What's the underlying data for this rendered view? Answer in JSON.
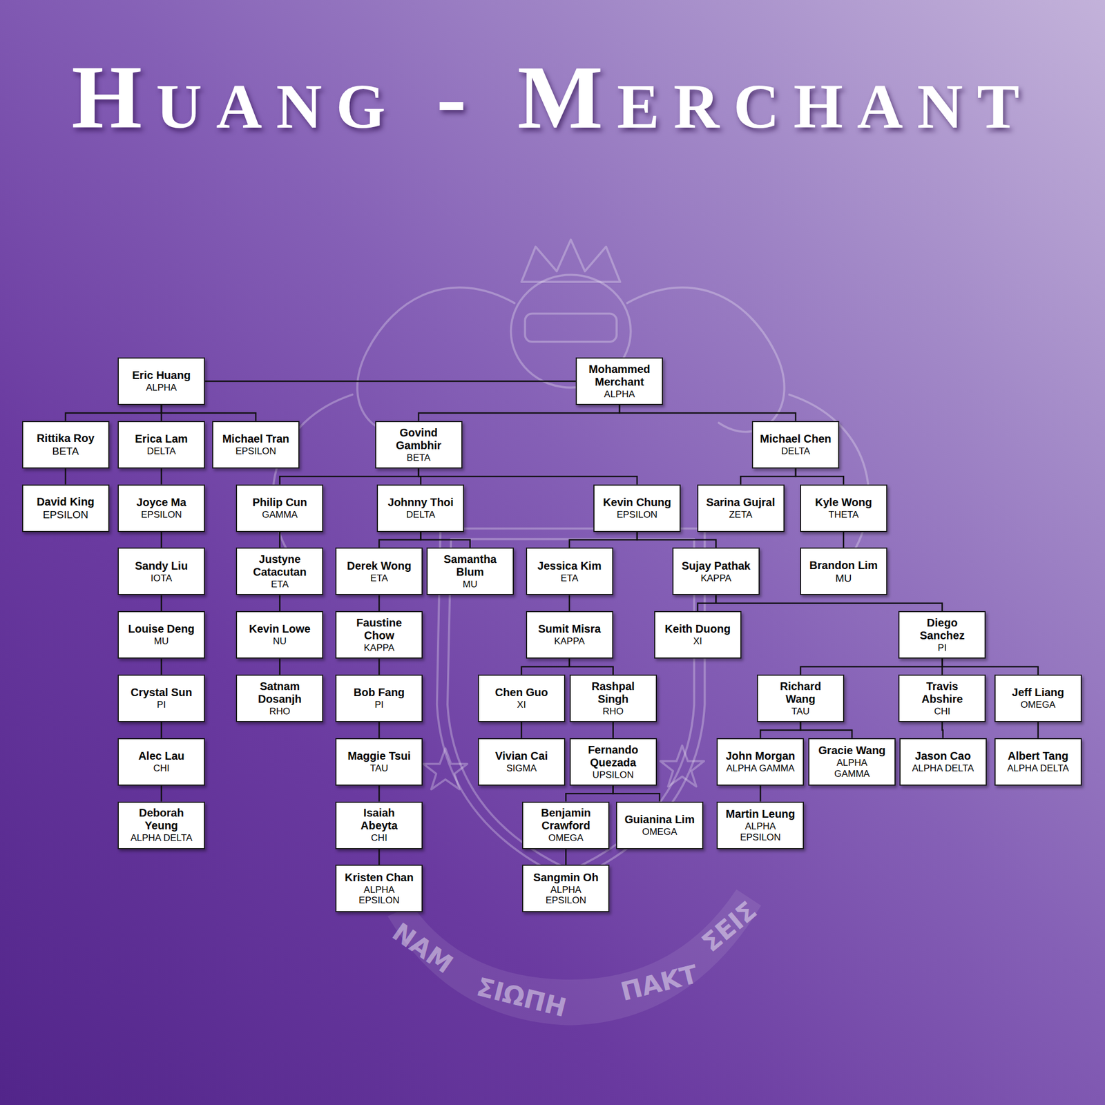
{
  "diagram": {
    "title": "Huang - Merchant",
    "nodes": [
      {
        "text": [
          "Eric Huang",
          "ALPHA"
        ]
      },
      {
        "text": [
          "Mohammed Merchant",
          "ALPHA"
        ]
      },
      {
        "text": [
          "Rittika Roy",
          "BETA"
        ]
      },
      {
        "text": [
          "Erica Lam",
          "DELTA"
        ]
      },
      {
        "text": [
          "Michael Tran",
          "EPSILON"
        ]
      },
      {
        "text": [
          "Govind Gambhir",
          "BETA"
        ]
      },
      {
        "text": [
          "Michael Chen",
          "DELTA"
        ]
      },
      {
        "text": [
          "David King",
          "EPSILON"
        ]
      },
      {
        "text": [
          "Joyce Ma",
          "EPSILON"
        ]
      },
      {
        "text": [
          "Philip Cun",
          "GAMMA"
        ]
      },
      {
        "text": [
          "Johnny Thoi",
          "DELTA"
        ]
      },
      {
        "text": [
          "Kevin Chung",
          "EPSILON"
        ]
      },
      {
        "text": [
          "Sarina Gujral",
          "ZETA"
        ]
      },
      {
        "text": [
          "Kyle Wong",
          "THETA"
        ]
      },
      {
        "text": [
          "Sandy Liu",
          "IOTA"
        ]
      },
      {
        "text": [
          "Justyne Catacutan",
          "ETA"
        ]
      },
      {
        "text": [
          "Derek Wong",
          "ETA"
        ]
      },
      {
        "text": [
          "Samantha Blum",
          "MU"
        ]
      },
      {
        "text": [
          "Jessica Kim",
          "ETA"
        ]
      },
      {
        "text": [
          "Sujay Pathak",
          "KAPPA"
        ]
      },
      {
        "text": [
          "Brandon Lim",
          "MU"
        ]
      },
      {
        "text": [
          "Louise Deng",
          "MU"
        ]
      },
      {
        "text": [
          "Kevin Lowe",
          "NU"
        ]
      },
      {
        "text": [
          "Faustine Chow",
          "KAPPA"
        ]
      },
      {
        "text": [
          "Sumit Misra",
          "KAPPA"
        ]
      },
      {
        "text": [
          "Keith Duong",
          "XI"
        ]
      },
      {
        "text": [
          "Diego Sanchez",
          "PI"
        ]
      },
      {
        "text": [
          "Crystal Sun",
          "PI"
        ]
      },
      {
        "text": [
          "Satnam Dosanjh",
          "RHO"
        ]
      },
      {
        "text": [
          "Bob Fang",
          "PI"
        ]
      },
      {
        "text": [
          "Chen Guo",
          "XI"
        ]
      },
      {
        "text": [
          "Rashpal Singh",
          "RHO"
        ]
      },
      {
        "text": [
          "Richard Wang",
          "TAU"
        ]
      },
      {
        "text": [
          "Travis Abshire",
          "CHI"
        ]
      },
      {
        "text": [
          "Jeff Liang",
          "OMEGA"
        ]
      },
      {
        "text": [
          "Alec Lau",
          "CHI"
        ]
      },
      {
        "text": [
          "Maggie Tsui",
          "TAU"
        ]
      },
      {
        "text": [
          "Vivian Cai",
          "SIGMA"
        ]
      },
      {
        "text": [
          "Fernando Quezada",
          "UPSILON"
        ]
      },
      {
        "text": [
          "John Morgan",
          "ALPHA GAMMA"
        ]
      },
      {
        "text": [
          "Gracie Wang",
          "ALPHA GAMMA"
        ]
      },
      {
        "text": [
          "Jason Cao",
          "ALPHA DELTA"
        ]
      },
      {
        "text": [
          "Albert Tang",
          "ALPHA DELTA"
        ]
      },
      {
        "text": [
          "Deborah Yeung",
          "ALPHA DELTA"
        ]
      },
      {
        "text": [
          "Isaiah Abeyta",
          "CHI"
        ]
      },
      {
        "text": [
          "Benjamin Crawford",
          "OMEGA"
        ]
      },
      {
        "text": [
          "Guianina Lim",
          "OMEGA"
        ]
      },
      {
        "text": [
          "Martin Leung",
          "ALPHA EPSILON"
        ]
      },
      {
        "text": [
          "Kristen Chan",
          "ALPHA EPSILON"
        ]
      },
      {
        "text": [
          "Sangmin Oh",
          "ALPHA EPSILON"
        ]
      }
    ],
    "edges": [
      {
        "from": 0,
        "to": 1,
        "arrow": "none"
      },
      {
        "from": 0,
        "to": 2,
        "arrow": "none"
      },
      {
        "from": 0,
        "to": 3,
        "arrow": "none"
      },
      {
        "from": 0,
        "to": 4,
        "arrow": "none"
      },
      {
        "from": 1,
        "to": 5,
        "arrow": "none"
      },
      {
        "from": 1,
        "to": 6,
        "arrow": "none"
      },
      {
        "from": 2,
        "to": 7,
        "arrow": "none"
      },
      {
        "from": 3,
        "to": 8,
        "arrow": "none"
      },
      {
        "from": 5,
        "to": 9,
        "arrow": "none"
      },
      {
        "from": 5,
        "to": 10,
        "arrow": "none"
      },
      {
        "from": 5,
        "to": 11,
        "arrow": "none"
      },
      {
        "from": 6,
        "to": 12,
        "arrow": "none"
      },
      {
        "from": 6,
        "to": 13,
        "arrow": "none"
      },
      {
        "from": 8,
        "to": 14,
        "arrow": "none"
      },
      {
        "from": 9,
        "to": 15,
        "arrow": "none"
      },
      {
        "from": 10,
        "to": 16,
        "arrow": "none"
      },
      {
        "from": 10,
        "to": 17,
        "arrow": "none"
      },
      {
        "from": 11,
        "to": 18,
        "arrow": "none"
      },
      {
        "from": 11,
        "to": 19,
        "arrow": "none"
      },
      {
        "from": 13,
        "to": 20,
        "arrow": "none"
      },
      {
        "from": 14,
        "to": 21,
        "arrow": "none"
      },
      {
        "from": 15,
        "to": 22,
        "arrow": "none"
      },
      {
        "from": 16,
        "to": 23,
        "arrow": "none"
      },
      {
        "from": 18,
        "to": 24,
        "arrow": "none"
      },
      {
        "from": 19,
        "to": 25,
        "arrow": "none"
      },
      {
        "from": 19,
        "to": 26,
        "arrow": "none"
      },
      {
        "from": 21,
        "to": 27,
        "arrow": "none"
      },
      {
        "from": 22,
        "to": 28,
        "arrow": "none"
      },
      {
        "from": 23,
        "to": 29,
        "arrow": "none"
      },
      {
        "from": 24,
        "to": 30,
        "arrow": "none"
      },
      {
        "from": 24,
        "to": 31,
        "arrow": "none"
      },
      {
        "from": 26,
        "to": 32,
        "arrow": "none"
      },
      {
        "from": 26,
        "to": 33,
        "arrow": "none"
      },
      {
        "from": 26,
        "to": 34,
        "arrow": "none"
      },
      {
        "from": 27,
        "to": 35,
        "arrow": "none"
      },
      {
        "from": 29,
        "to": 36,
        "arrow": "none"
      },
      {
        "from": 30,
        "to": 37,
        "arrow": "none"
      },
      {
        "from": 31,
        "to": 38,
        "arrow": "none"
      },
      {
        "from": 32,
        "to": 39,
        "arrow": "none"
      },
      {
        "from": 32,
        "to": 40,
        "arrow": "none"
      },
      {
        "from": 33,
        "to": 41,
        "arrow": "none"
      },
      {
        "from": 34,
        "to": 42,
        "arrow": "none"
      },
      {
        "from": 35,
        "to": 43,
        "arrow": "none"
      },
      {
        "from": 36,
        "to": 44,
        "arrow": "none"
      },
      {
        "from": 38,
        "to": 45,
        "arrow": "none"
      },
      {
        "from": 38,
        "to": 46,
        "arrow": "none"
      },
      {
        "from": 39,
        "to": 47,
        "arrow": "none"
      },
      {
        "from": 44,
        "to": 48,
        "arrow": "none"
      },
      {
        "from": 45,
        "to": 49,
        "arrow": "none"
      }
    ],
    "labels": [
      "ΝΑΜ",
      "ΣΙΩΠΗ",
      "ΠΑΚΤ",
      "ΣΕΙΣ"
    ]
  }
}
